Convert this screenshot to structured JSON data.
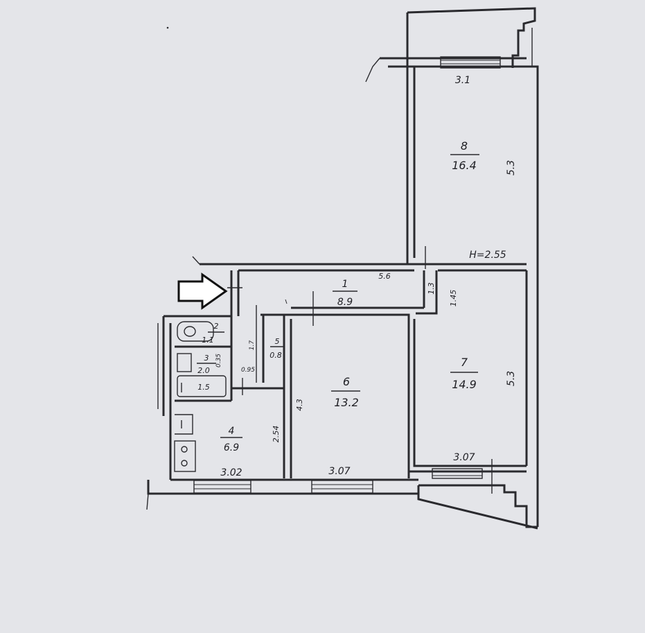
{
  "rooms": [
    {
      "id": "1",
      "area": "8.9"
    },
    {
      "id": "2",
      "area": "1.1"
    },
    {
      "id": "3",
      "area": "2.0"
    },
    {
      "id": "4",
      "area": "6.9"
    },
    {
      "id": "5",
      "area": "0.8"
    },
    {
      "id": "6",
      "area": "13.2"
    },
    {
      "id": "7",
      "area": "14.9"
    },
    {
      "id": "8",
      "area": "16.4"
    }
  ],
  "dimensions": {
    "room8_width": "3.1",
    "room8_length": "5.3",
    "ceiling_height": "H=2.55",
    "hall_length": "5.6",
    "hall_width": "1.3",
    "passage": "1.45",
    "room7_length": "5.3",
    "room7_width": "3.07",
    "wc_depth": "1.7",
    "bath_small": "0.95",
    "bath_side": "0.35",
    "bathtub": "1.5",
    "kitchen_depth": "2.54",
    "room6_depth": "4.3",
    "kitchen_width": "3.02",
    "room6_width": "3.07"
  }
}
